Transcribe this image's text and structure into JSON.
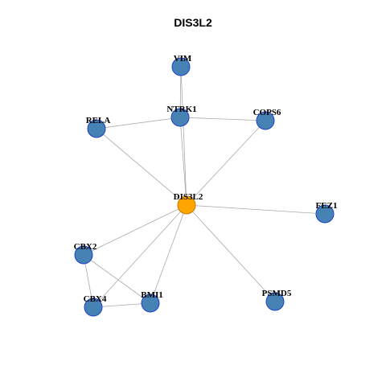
{
  "title": "DIS3L2",
  "colors": {
    "center_fill": "#FFA500",
    "center_stroke": "#C77A00",
    "node_fill": "#4682B4",
    "node_stroke": "#1E3FCC",
    "edge": "#A9A9A9"
  },
  "nodes": [
    {
      "id": "DIS3L2",
      "label": "DIS3L2",
      "center": true
    },
    {
      "id": "VIM",
      "label": "VIM"
    },
    {
      "id": "NTRK1",
      "label": "NTRK1"
    },
    {
      "id": "RELA",
      "label": "RELA"
    },
    {
      "id": "COPS6",
      "label": "COPS6"
    },
    {
      "id": "FEZ1",
      "label": "FEZ1"
    },
    {
      "id": "CBX2",
      "label": "CBX2"
    },
    {
      "id": "CBX4",
      "label": "CBX4"
    },
    {
      "id": "BMI1",
      "label": "BMI1"
    },
    {
      "id": "PSMD5",
      "label": "PSMD5"
    }
  ],
  "edges": [
    [
      "DIS3L2",
      "VIM"
    ],
    [
      "DIS3L2",
      "NTRK1"
    ],
    [
      "DIS3L2",
      "RELA"
    ],
    [
      "DIS3L2",
      "COPS6"
    ],
    [
      "DIS3L2",
      "FEZ1"
    ],
    [
      "DIS3L2",
      "CBX2"
    ],
    [
      "DIS3L2",
      "CBX4"
    ],
    [
      "DIS3L2",
      "BMI1"
    ],
    [
      "DIS3L2",
      "PSMD5"
    ],
    [
      "VIM",
      "NTRK1"
    ],
    [
      "NTRK1",
      "RELA"
    ],
    [
      "NTRK1",
      "COPS6"
    ],
    [
      "CBX2",
      "CBX4"
    ],
    [
      "CBX2",
      "BMI1"
    ],
    [
      "CBX4",
      "BMI1"
    ]
  ]
}
